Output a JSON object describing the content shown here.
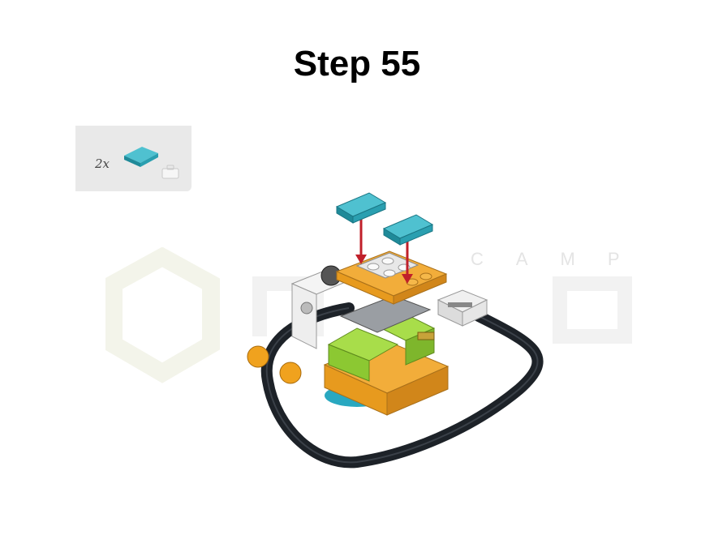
{
  "step": {
    "title": "Step 55"
  },
  "parts": {
    "quantity": "2x",
    "part": "teal-tile-icon"
  },
  "watermark": {
    "text": "CAMP"
  },
  "colors": {
    "tile": "#2aa3b5",
    "arrow": "#c0202a",
    "orange": "#e79a1e",
    "lime": "#9bd23a",
    "cable": "#1d2228"
  }
}
